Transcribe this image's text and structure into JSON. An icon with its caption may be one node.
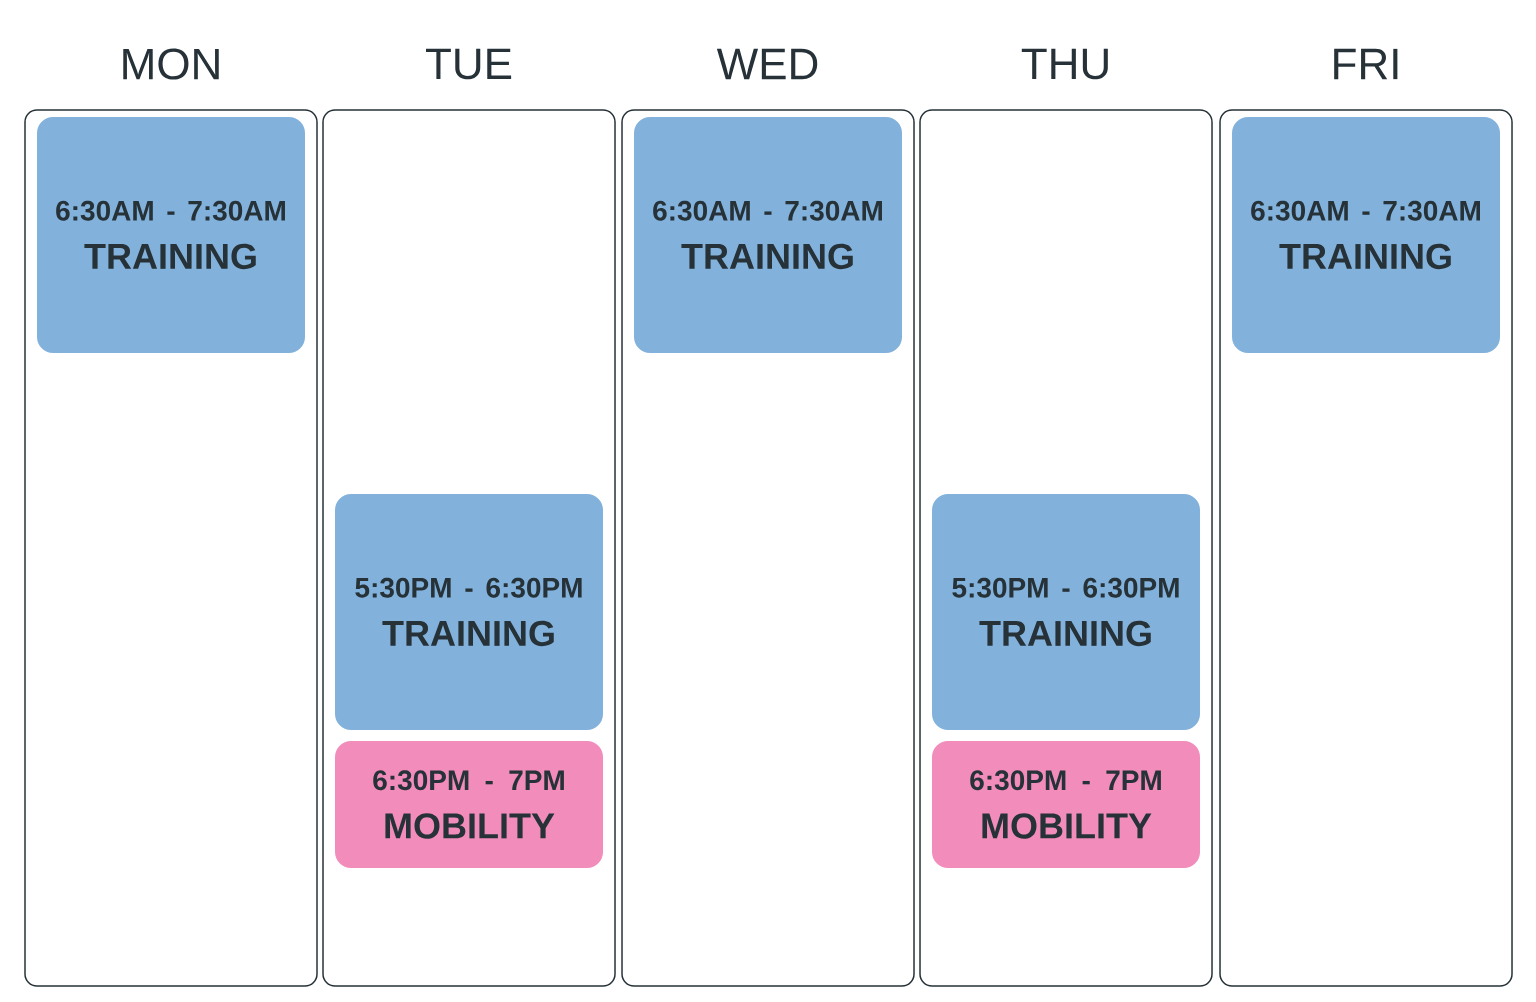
{
  "diagram": {
    "nodes": [
      {
        "text": [
          "MON"
        ]
      },
      {
        "text": [
          "6:30AM - 7:30AM",
          "TRAINING"
        ],
        "in": 0
      },
      {
        "text": [
          "TUE"
        ]
      },
      {
        "text": [
          "5:30PM - 6:30PM",
          "TRAINING"
        ],
        "in": 2
      },
      {
        "text": [
          "6:30PM - 7PM",
          "MOBILITY"
        ],
        "in": 2
      },
      {
        "text": [
          "WED"
        ]
      },
      {
        "text": [
          "6:30AM - 7:30AM",
          "TRAINING"
        ],
        "in": 5
      },
      {
        "text": [
          "THU"
        ]
      },
      {
        "text": [
          "5:30PM - 6:30PM",
          "TRAINING"
        ],
        "in": 7
      },
      {
        "text": [
          "6:30PM - 7PM",
          "MOBILITY"
        ],
        "in": 7
      },
      {
        "text": [
          "FRI"
        ]
      },
      {
        "text": [
          "6:30AM - 7:30AM",
          "TRAINING"
        ],
        "in": 10
      }
    ]
  }
}
